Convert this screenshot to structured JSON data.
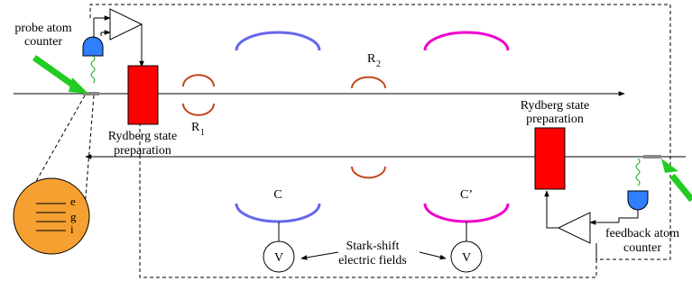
{
  "labels": {
    "probe_counter_line1": "probe atom",
    "probe_counter_line2": "counter",
    "rydberg_left_line1": "Rydberg state",
    "rydberg_left_line2": "preparation",
    "rydberg_right_line1": "Rydberg state",
    "rydberg_right_line2": "preparation",
    "r1_main": "R",
    "r1_sub": "1",
    "r2_main": "R",
    "r2_sub": "2",
    "cavity_c": "C",
    "cavity_c_prime": "C’",
    "stark_line1": "Stark-shift",
    "stark_line2": "electric fields",
    "voltage_left": "V",
    "voltage_right": "V",
    "feedback_line1": "feedback atom",
    "feedback_line2": "counter",
    "level_e": "e",
    "level_g": "g",
    "level_i": "i"
  },
  "colors": {
    "rydberg_box": "#ff0000",
    "laser": "#22cc22",
    "detector": "#2f7fff",
    "cavity_c_mirror": "#6666ee",
    "cavity_c_prime_mirror": "#ee00cc",
    "ramsey_zone": "#c0451b",
    "atom_circle": "#f5a030",
    "wavy": "#22aa22"
  }
}
